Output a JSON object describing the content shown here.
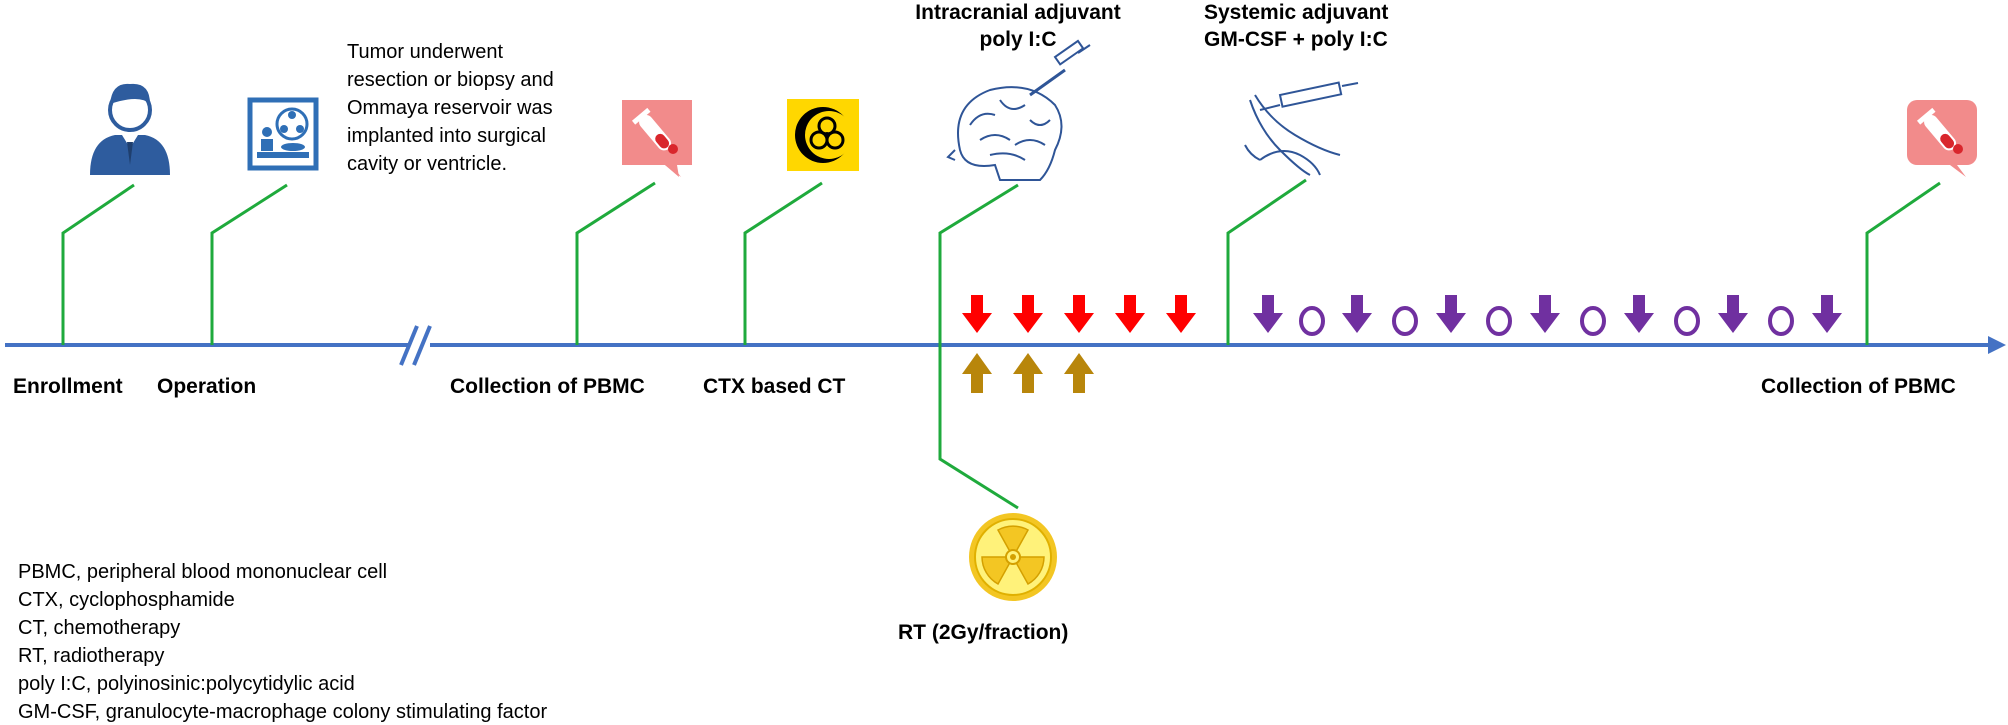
{
  "timeline": {
    "milestones": {
      "enrollment": "Enrollment",
      "operation": "Operation",
      "collection_pbmc_1": "Collection of PBMC",
      "ctx_based_ct": "CTX based CT",
      "collection_pbmc_2": "Collection of PBMC",
      "rt": "RT (2Gy/fraction)"
    },
    "intracranial": {
      "line1": "Intracranial adjuvant",
      "line2": "poly I:C"
    },
    "systemic": {
      "line1": "Systemic adjuvant",
      "line2": "GM-CSF + poly I:C"
    },
    "operation_note": [
      "Tumor underwent",
      "resection or biopsy and",
      "Ommaya reservoir was",
      "implanted into surgical",
      "cavity or ventricle."
    ]
  },
  "legend": [
    "PBMC, peripheral blood mononuclear cell",
    "CTX, cyclophosphamide",
    "CT, chemotherapy",
    "RT, radiotherapy",
    "poly I:C, polyinosinic:polycytidylic acid",
    "GM-CSF, granulocyte-macrophage colony stimulating factor"
  ],
  "icons": {
    "enrollment": "doctor-icon",
    "operation": "surgery-icon",
    "pbmc": "blood-test-icon",
    "ctx": "biohazard-icon",
    "intracranial": "brain-injection-icon",
    "systemic": "arm-injection-icon",
    "rt": "radiation-icon"
  },
  "colors": {
    "timeline": "#4472C4",
    "connector": "#1FAA3C",
    "intracranial_arrow": "#FF0000",
    "rt_arrow": "#B8860B",
    "systemic": "#7030A0",
    "blood_icon_bg": "#F28B8B",
    "ctx_icon_bg": "#FFD700"
  }
}
